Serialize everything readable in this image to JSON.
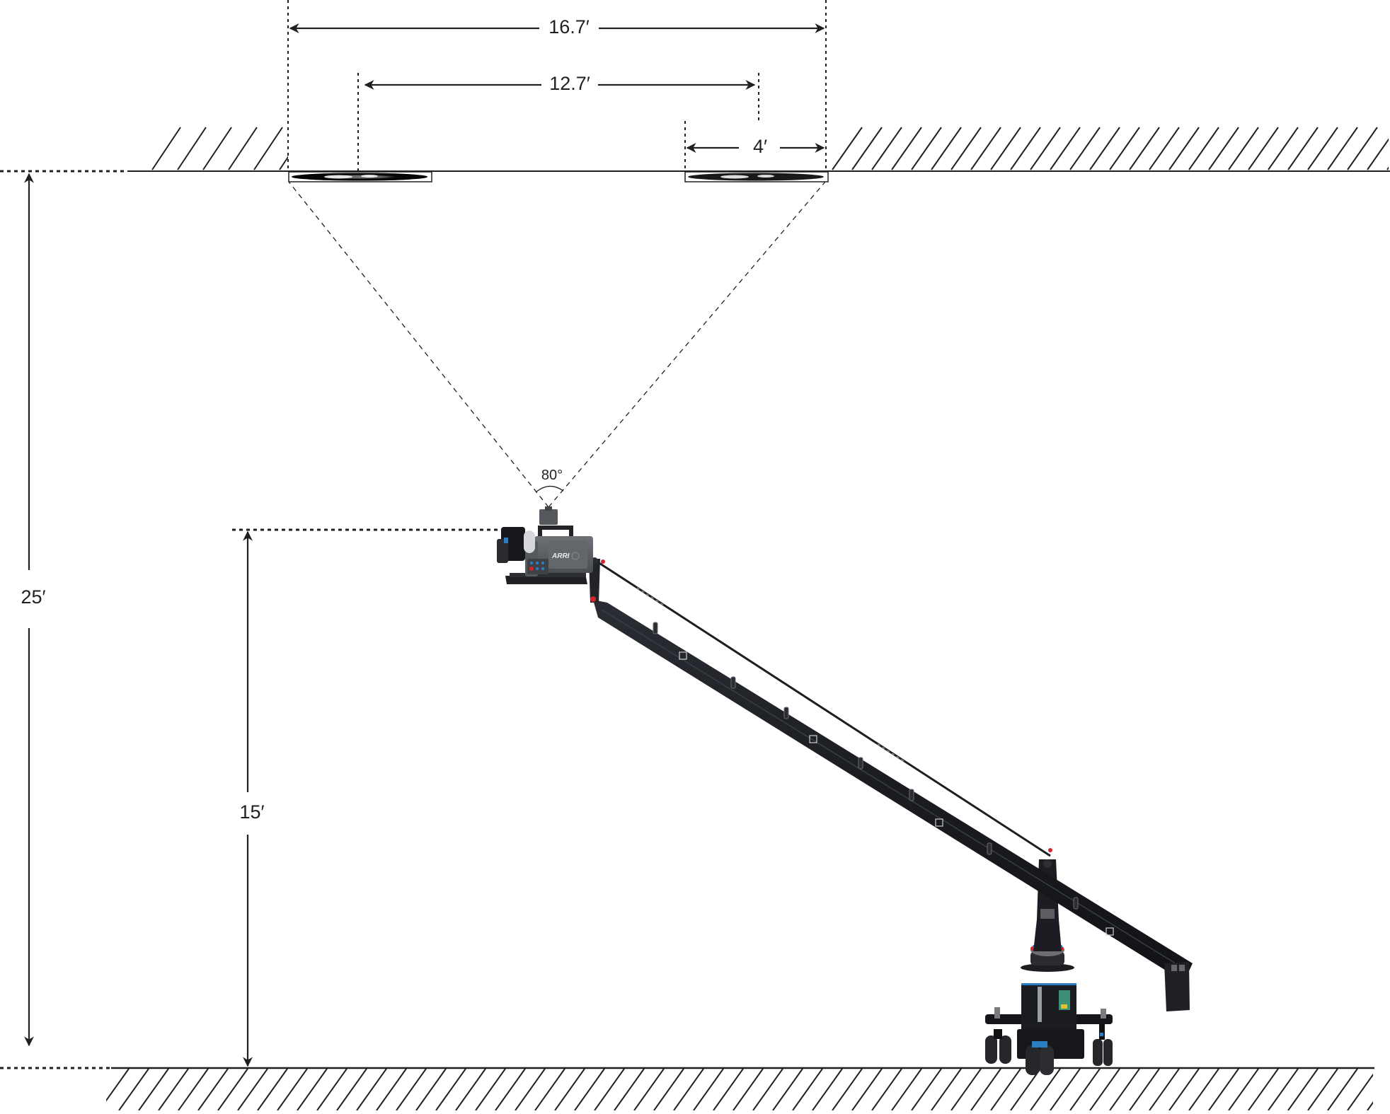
{
  "diagram": {
    "title": "",
    "description": "Camera crane side elevation with ceiling clearance dimensions",
    "colors": {
      "line": "#231f20",
      "crane_body": "#1b1d22",
      "camera_body": "#5a5d61",
      "accent_red": "#d2262f",
      "accent_blue": "#2a7fc4",
      "background": "#ffffff"
    },
    "dimensions": {
      "total_width": {
        "label": "16.7′",
        "value_ft": 16.7
      },
      "inner_width": {
        "label": "12.7′",
        "value_ft": 12.7
      },
      "light_width": {
        "label": "4′",
        "value_ft": 4
      },
      "ceiling_height": {
        "label": "25′",
        "value_ft": 25
      },
      "lens_height": {
        "label": "15′",
        "value_ft": 15
      },
      "field_of_view": {
        "label": "80°",
        "value_deg": 80
      }
    },
    "elements": {
      "ceiling": "ceiling-hatch",
      "floor": "floor-hatch",
      "lights": [
        "ceiling-light-left",
        "ceiling-light-right"
      ],
      "camera": "cinema-camera",
      "crane": "jib-arm",
      "dolly": "crane-dolly",
      "camera_brand": "ARRI"
    }
  }
}
